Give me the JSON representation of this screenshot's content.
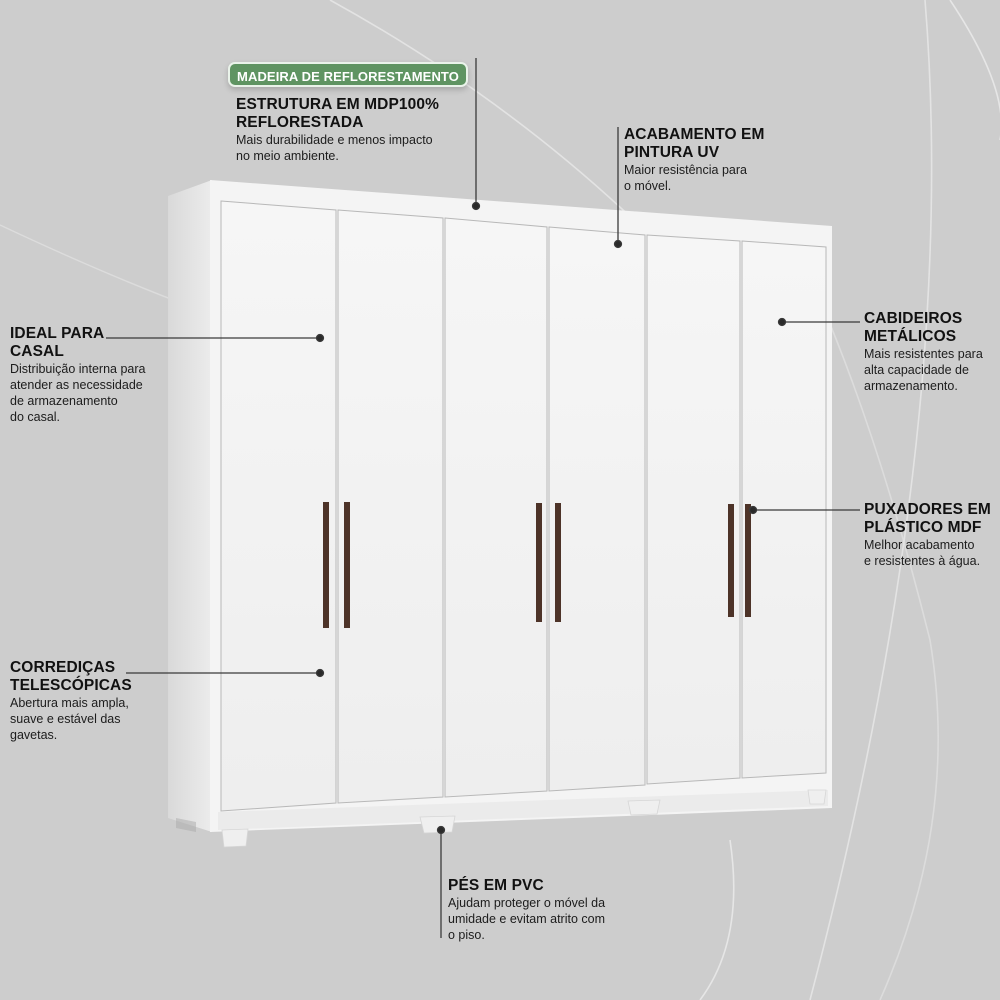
{
  "colors": {
    "background": "#cdcdcd",
    "badge": "#5f9462",
    "wardrobe": "#f2f2f2",
    "handle": "#4d3328",
    "leader": "#2b2b2b"
  },
  "badge": {
    "label": "MADEIRA DE REFLORESTAMENTO"
  },
  "callouts": {
    "estrutura": {
      "title": "ESTRUTURA EM MDP100%\nREFLORESTADA",
      "desc": "Mais durabilidade e menos impacto\nno meio ambiente."
    },
    "acabamento": {
      "title": "ACABAMENTO  EM\nPINTURA UV",
      "desc": "Maior resistência para\no móvel."
    },
    "ideal": {
      "title": "IDEAL PARA\nCASAL",
      "desc": "Distribuição interna para\natender as necessidade\nde armazenamento\ndo casal."
    },
    "cabideiros": {
      "title": "CABIDEIROS\nMETÁLICOS",
      "desc": "Mais resistentes para\nalta capacidade de\narmazenamento."
    },
    "puxadores": {
      "title": "PUXADORES EM\nPLÁSTICO MDF",
      "desc": "Melhor acabamento\ne resistentes à água."
    },
    "corredicas": {
      "title": "CORREDIÇAS\nTELESCÓPICAS",
      "desc": "Abertura mais ampla,\nsuave e estável das\ngavetas."
    },
    "pes": {
      "title": "PÉS EM PVC",
      "desc": "Ajudam proteger o móvel da\numidade e evitam atrito com\no piso."
    }
  },
  "product": {
    "type": "guarda-roupa",
    "doors": 6,
    "handles": 6
  }
}
